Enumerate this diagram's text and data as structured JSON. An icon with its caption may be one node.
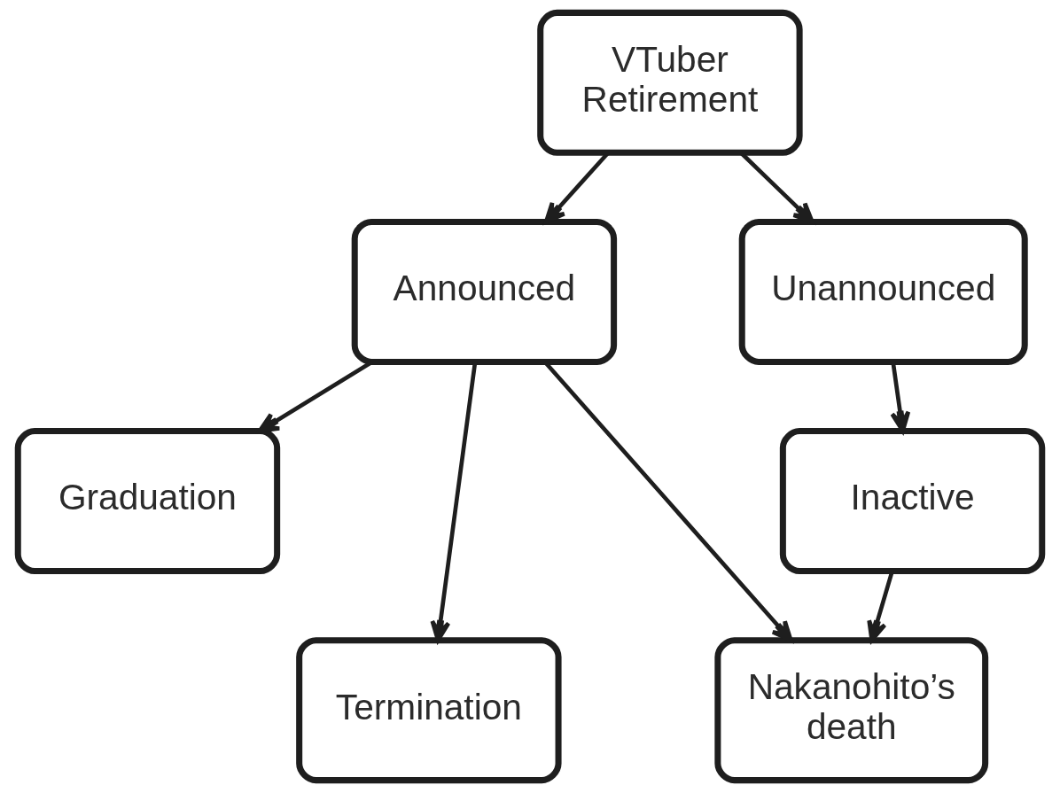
{
  "diagram": {
    "nodes": [
      {
        "text": [
          "VTuber Retirement"
        ]
      },
      {
        "text": [
          "Announced"
        ]
      },
      {
        "text": [
          "Unannounced"
        ]
      },
      {
        "text": [
          "Graduation"
        ]
      },
      {
        "text": [
          "Inactive"
        ]
      },
      {
        "text": [
          "Termination"
        ]
      },
      {
        "text": [
          "Nakanohito’s death"
        ]
      }
    ],
    "edges": [
      {
        "from": 0,
        "to": 1,
        "arrow": "to"
      },
      {
        "from": 0,
        "to": 2,
        "arrow": "to"
      },
      {
        "from": 1,
        "to": 3,
        "arrow": "to"
      },
      {
        "from": 1,
        "to": 5,
        "arrow": "to"
      },
      {
        "from": 1,
        "to": 6,
        "arrow": "to"
      },
      {
        "from": 2,
        "to": 4,
        "arrow": "to"
      },
      {
        "from": 4,
        "to": 6,
        "arrow": "to"
      }
    ]
  }
}
